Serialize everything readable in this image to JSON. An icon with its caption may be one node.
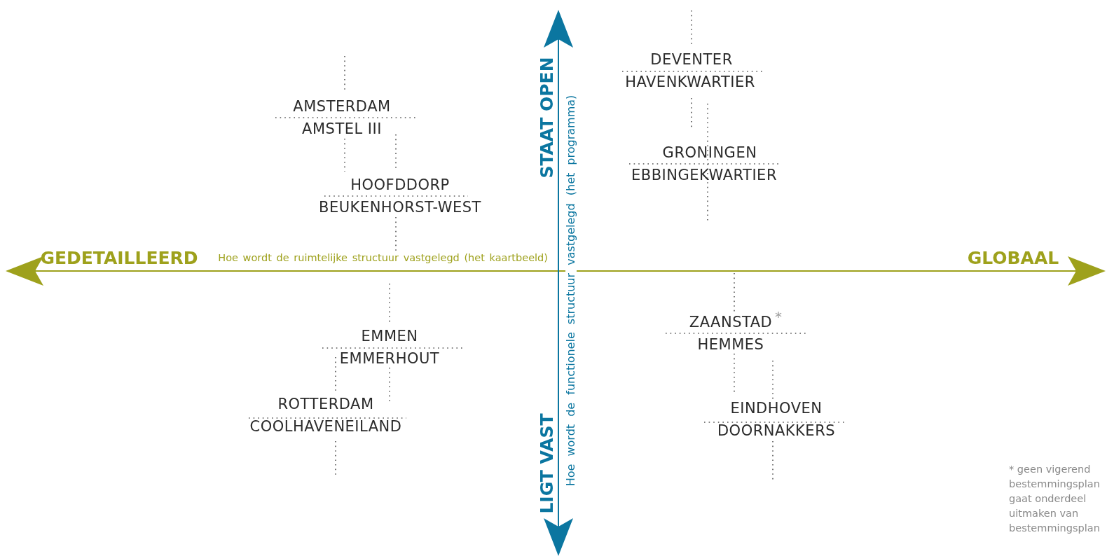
{
  "diagram": {
    "labels": [
      "DEVENTER",
      "HAVENKWARTIER",
      "AMSTERDAM",
      "AMSTEL III",
      "STAAT OPEN",
      "Hoe wordt de functionele structuur vastgelegd (het programma)",
      "GRONINGEN",
      "EBBINGEKWARTIER",
      "HOOFDDORP",
      "BEUKENHORST-WEST",
      "GEDETAILLEERD",
      "Hoe wordt de ruimtelijke structuur vastgelegd (het kaartbeeld)",
      "GLOBAAL",
      "ZAANSTAD",
      "*",
      "HEMMES",
      "EMMEN",
      "EMMERHOUT",
      "EINDHOVEN",
      "DOORNAKKERS",
      "ROTTERDAM",
      "COOLHAVENEILAND",
      "LIGT VAST",
      "* geen vigerend bestemmingsplan gaat onderdeel uitmaken van bestemmingsplan"
    ]
  }
}
